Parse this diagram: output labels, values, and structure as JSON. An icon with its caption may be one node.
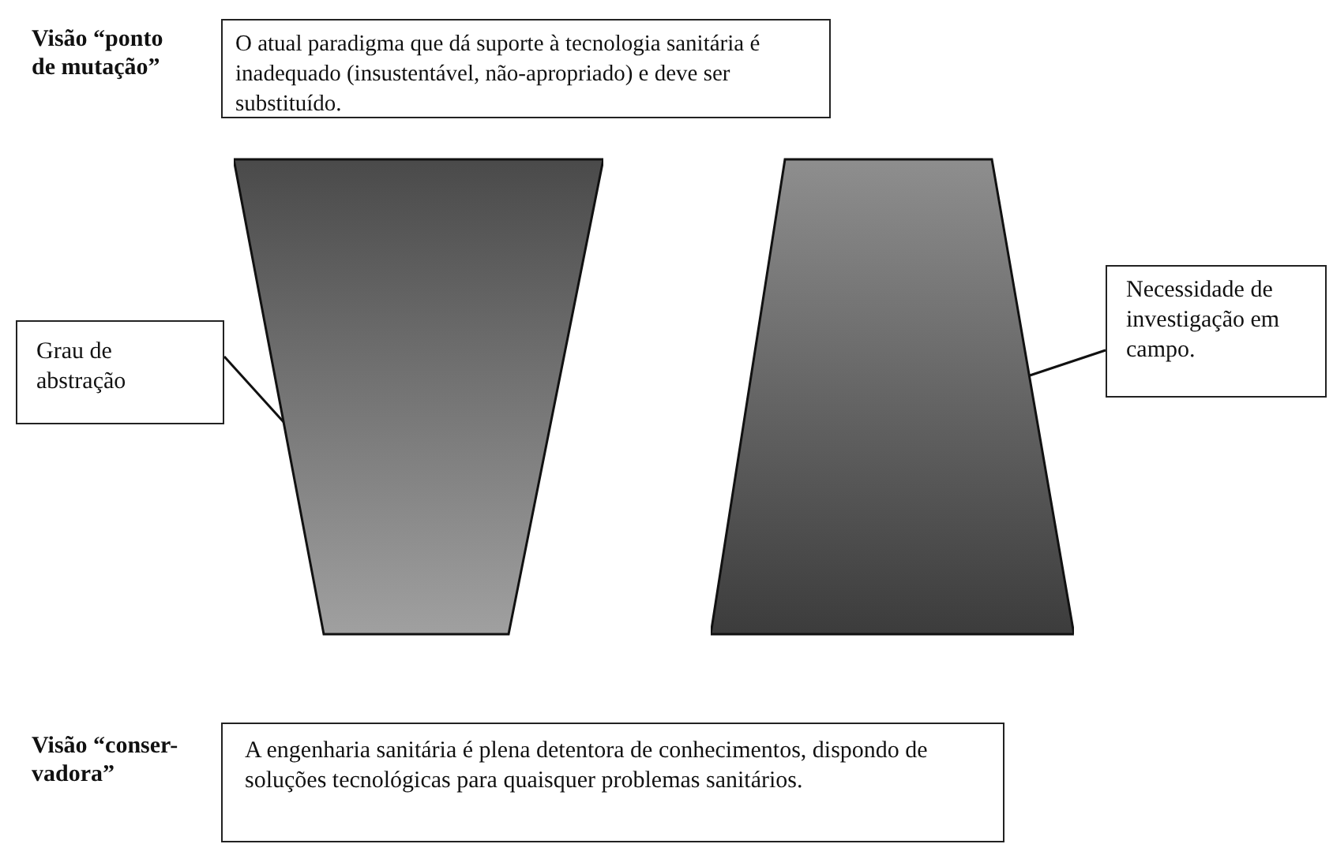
{
  "diagram": {
    "nodes": [
      {
        "text": [
          "O atual paradigma que dá suporte à tecnologia sanitária é inadequado (insustentável, não-apropriado) e deve ser substituído."
        ],
        "beside": [
          "Visão “ponto de mutação”"
        ]
      },
      {
        "text": [],
        "shape": "trapezoid"
      },
      {
        "text": [],
        "shape": "trapezoid"
      },
      {
        "text": [
          "Grau de abstração"
        ]
      },
      {
        "text": [
          "Necessidade de investigação em campo."
        ]
      },
      {
        "text": [
          "A engenharia sanitária é plena detentora de conhecimentos, dispondo de soluções tecnológicas para quaisquer problemas sanitários."
        ],
        "beside": [
          "Visão “conser-vadora”"
        ]
      }
    ],
    "edges": [
      {
        "from": 3,
        "to": 1,
        "arrow": "none"
      },
      {
        "from": 4,
        "to": 2,
        "arrow": "none"
      }
    ]
  }
}
